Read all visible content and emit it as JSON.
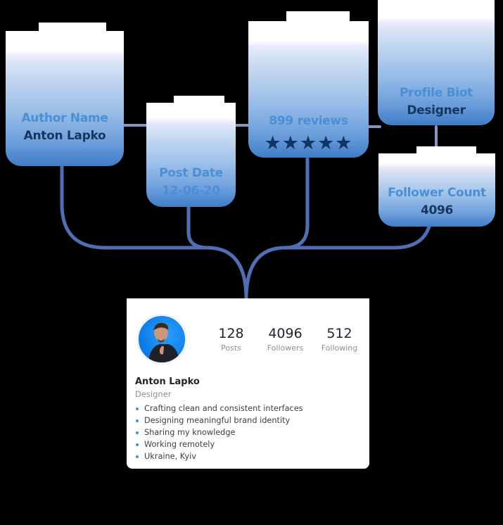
{
  "nodes": {
    "author": {
      "label": "Author Name",
      "value": "Anton Lapko"
    },
    "post_date": {
      "label": "Post Date",
      "value": "12-06-20"
    },
    "reviews": {
      "label": "899 reviews",
      "stars": "★★★★★",
      "rating": 5
    },
    "bio": {
      "label": "Profile Biot",
      "value": "Designer"
    },
    "followers": {
      "label": "Follower Count",
      "value": "4096"
    }
  },
  "profile_card": {
    "avatar_alt": "Anton Lapko avatar",
    "stats": [
      {
        "value": "128",
        "label": "Posts"
      },
      {
        "value": "4096",
        "label": "Followers"
      },
      {
        "value": "512",
        "label": "Following"
      }
    ],
    "name": "Anton Lapko",
    "role": "Designer",
    "bio_items": [
      "Crafting clean and consistent interfaces",
      "Designing meaningful brand identity",
      "Sharing my knowledge",
      "Working remotely",
      "Ukraine, Kyiv"
    ]
  },
  "colors": {
    "background": "#000000",
    "node_label": "#4a8fd6",
    "node_value": "#16365e",
    "connector": "#4f6fb5",
    "bullet": "#3a8fe0"
  }
}
